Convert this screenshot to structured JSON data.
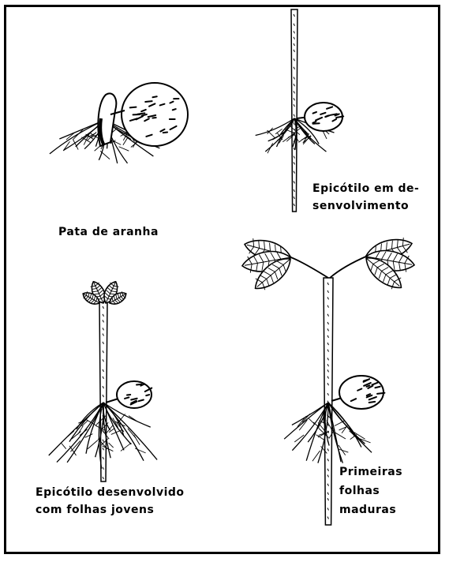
{
  "stages": [
    {
      "name": "pata-de-aranha",
      "lines": [
        "Pata de aranha"
      ]
    },
    {
      "name": "epicotilo-em-desenvolvimento",
      "lines": [
        "Epicótilo em de-",
        "senvolvimento"
      ]
    },
    {
      "name": "epicotilo-desenvolvido",
      "lines": [
        "Epicótilo desenvolvido",
        "com folhas jovens"
      ]
    },
    {
      "name": "primeiras-folhas-maduras",
      "lines": [
        "Primeiras",
        "folhas",
        "maduras"
      ]
    }
  ],
  "colors": {
    "ink": "#000000",
    "paper": "#ffffff"
  }
}
